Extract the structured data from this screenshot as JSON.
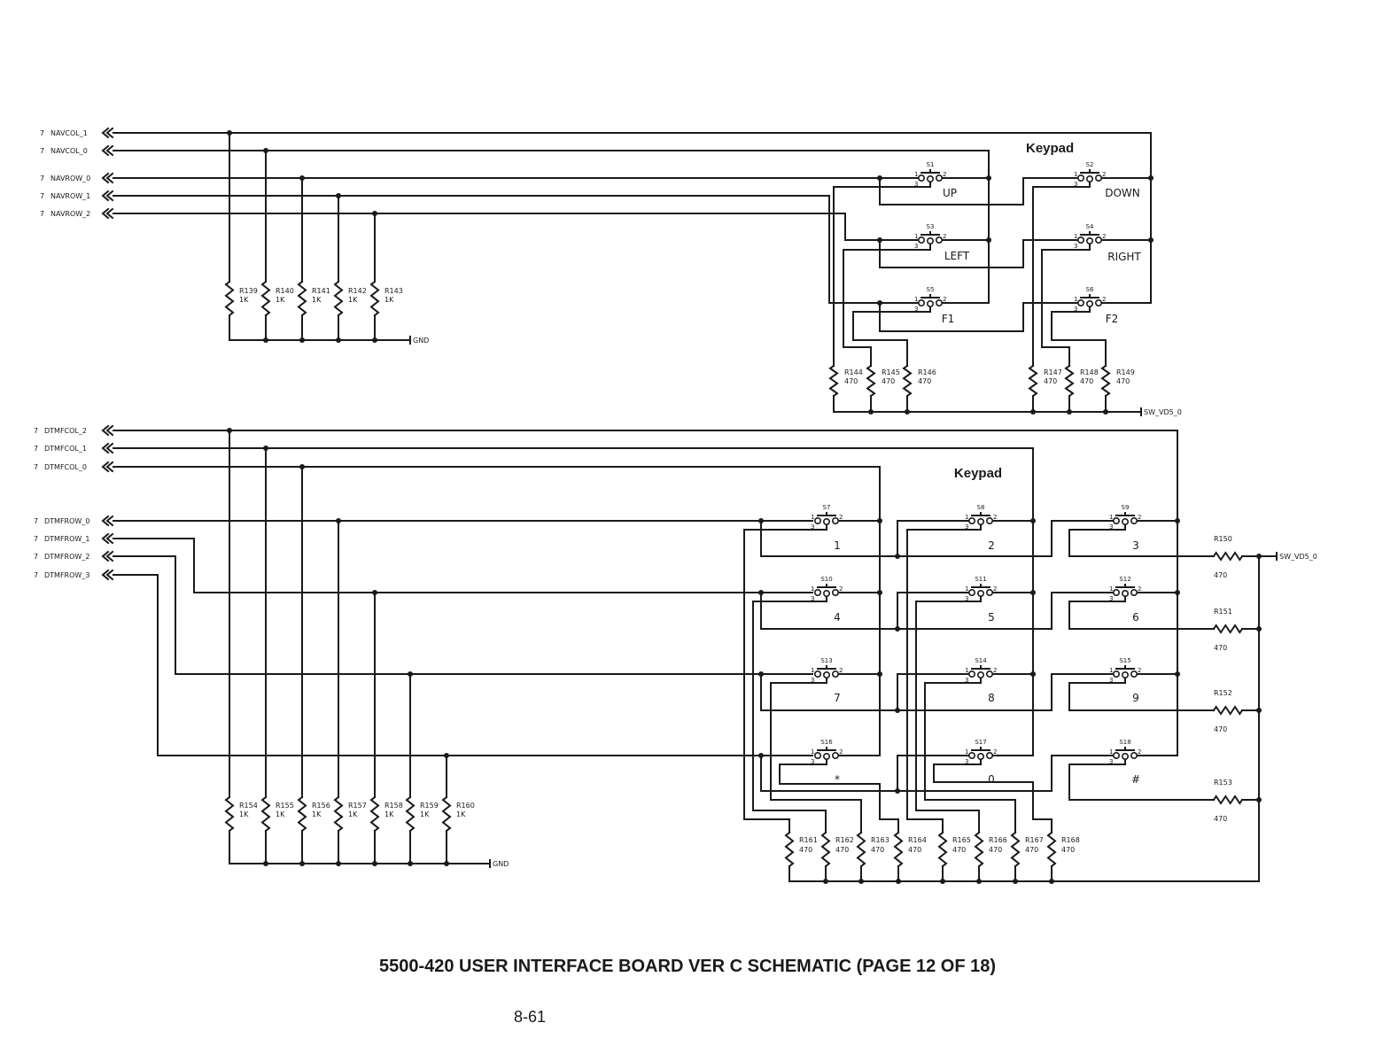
{
  "document": {
    "title": "5500-420 USER INTERFACE BOARD VER C SCHEMATIC (PAGE 12 OF 18)",
    "page_number": "8-61"
  },
  "colors": {
    "ink": "#1a1a1a",
    "paper": "#ffffff"
  },
  "nav": {
    "ports": [
      {
        "sheet": "7",
        "name": "NAVCOL_1"
      },
      {
        "sheet": "7",
        "name": "NAVCOL_0"
      },
      {
        "sheet": "7",
        "name": "NAVROW_0"
      },
      {
        "sheet": "7",
        "name": "NAVROW_1"
      },
      {
        "sheet": "7",
        "name": "NAVROW_2"
      }
    ],
    "pulldowns": [
      {
        "ref": "R139",
        "value": "1K"
      },
      {
        "ref": "R140",
        "value": "1K"
      },
      {
        "ref": "R141",
        "value": "1K"
      },
      {
        "ref": "R142",
        "value": "1K"
      },
      {
        "ref": "R143",
        "value": "1K"
      }
    ],
    "ground_label": "GND",
    "keypad_label": "Keypad",
    "switches": [
      {
        "ref": "S1",
        "key": "UP"
      },
      {
        "ref": "S2",
        "key": "DOWN"
      },
      {
        "ref": "S3",
        "key": "LEFT"
      },
      {
        "ref": "S4",
        "key": "RIGHT"
      },
      {
        "ref": "S5",
        "key": "F1"
      },
      {
        "ref": "S6",
        "key": "F2"
      }
    ],
    "pin_labels": {
      "p1": "1",
      "p2": "2",
      "p3": "3"
    },
    "pullups": [
      {
        "ref": "R144",
        "value": "470"
      },
      {
        "ref": "R145",
        "value": "470"
      },
      {
        "ref": "R146",
        "value": "470"
      },
      {
        "ref": "R147",
        "value": "470"
      },
      {
        "ref": "R148",
        "value": "470"
      },
      {
        "ref": "R149",
        "value": "470"
      }
    ],
    "supply_label": "SW_VD5_0"
  },
  "dtmf": {
    "ports": [
      {
        "sheet": "7",
        "name": "DTMFCOL_2"
      },
      {
        "sheet": "7",
        "name": "DTMFCOL_1"
      },
      {
        "sheet": "7",
        "name": "DTMFCOL_0"
      },
      {
        "sheet": "7",
        "name": "DTMFROW_0"
      },
      {
        "sheet": "7",
        "name": "DTMFROW_1"
      },
      {
        "sheet": "7",
        "name": "DTMFROW_2"
      },
      {
        "sheet": "7",
        "name": "DTMFROW_3"
      }
    ],
    "pulldowns": [
      {
        "ref": "R154",
        "value": "1K"
      },
      {
        "ref": "R155",
        "value": "1K"
      },
      {
        "ref": "R156",
        "value": "1K"
      },
      {
        "ref": "R157",
        "value": "1K"
      },
      {
        "ref": "R158",
        "value": "1K"
      },
      {
        "ref": "R159",
        "value": "1K"
      },
      {
        "ref": "R160",
        "value": "1K"
      }
    ],
    "ground_label": "GND",
    "keypad_label": "Keypad",
    "switches": [
      {
        "ref": "S7",
        "key": "1"
      },
      {
        "ref": "S8",
        "key": "2"
      },
      {
        "ref": "S9",
        "key": "3"
      },
      {
        "ref": "S10",
        "key": "4"
      },
      {
        "ref": "S11",
        "key": "5"
      },
      {
        "ref": "S12",
        "key": "6"
      },
      {
        "ref": "S13",
        "key": "7"
      },
      {
        "ref": "S14",
        "key": "8"
      },
      {
        "ref": "S15",
        "key": "9"
      },
      {
        "ref": "S16",
        "key": "*"
      },
      {
        "ref": "S17",
        "key": "0"
      },
      {
        "ref": "S18",
        "key": "#"
      }
    ],
    "pullups_bottom": [
      {
        "ref": "R161",
        "value": "470"
      },
      {
        "ref": "R162",
        "value": "470"
      },
      {
        "ref": "R163",
        "value": "470"
      },
      {
        "ref": "R164",
        "value": "470"
      },
      {
        "ref": "R165",
        "value": "470"
      },
      {
        "ref": "R166",
        "value": "470"
      },
      {
        "ref": "R167",
        "value": "470"
      },
      {
        "ref": "R168",
        "value": "470"
      }
    ],
    "pullups_right": [
      {
        "ref": "R150",
        "value": "470"
      },
      {
        "ref": "R151",
        "value": "470"
      },
      {
        "ref": "R152",
        "value": "470"
      },
      {
        "ref": "R153",
        "value": "470"
      }
    ],
    "supply_label": "SW_VD5_0"
  }
}
